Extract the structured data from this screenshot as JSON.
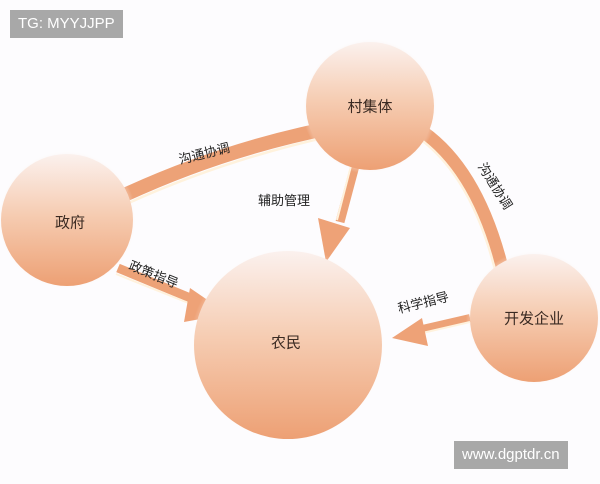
{
  "watermarks": {
    "top_left": "TG: MYYJJPP",
    "bottom_right": "www.dgptdr.cn"
  },
  "colors": {
    "node_top": "#fbeee8",
    "node_bottom": "#eea679",
    "arrow": "#eea277",
    "arrow_highlight": "#fff3dc",
    "background": "#fdfcfe",
    "watermark_bg": "#a8a8a8"
  },
  "nodes": [
    {
      "id": "village",
      "label": "村集体"
    },
    {
      "id": "government",
      "label": "政府"
    },
    {
      "id": "farmers",
      "label": "农民"
    },
    {
      "id": "enterprise",
      "label": "开发企业"
    }
  ],
  "edges": [
    {
      "from": "government",
      "to": "village",
      "label": "沟通协调",
      "type": "bidirectional-link"
    },
    {
      "from": "village",
      "to": "enterprise",
      "label": "沟通协调",
      "type": "bidirectional-link"
    },
    {
      "from": "village",
      "to": "farmers",
      "label": "辅助管理",
      "type": "arrow"
    },
    {
      "from": "government",
      "to": "farmers",
      "label": "政策指导",
      "type": "arrow"
    },
    {
      "from": "enterprise",
      "to": "farmers",
      "label": "科学指导",
      "type": "arrow"
    }
  ]
}
